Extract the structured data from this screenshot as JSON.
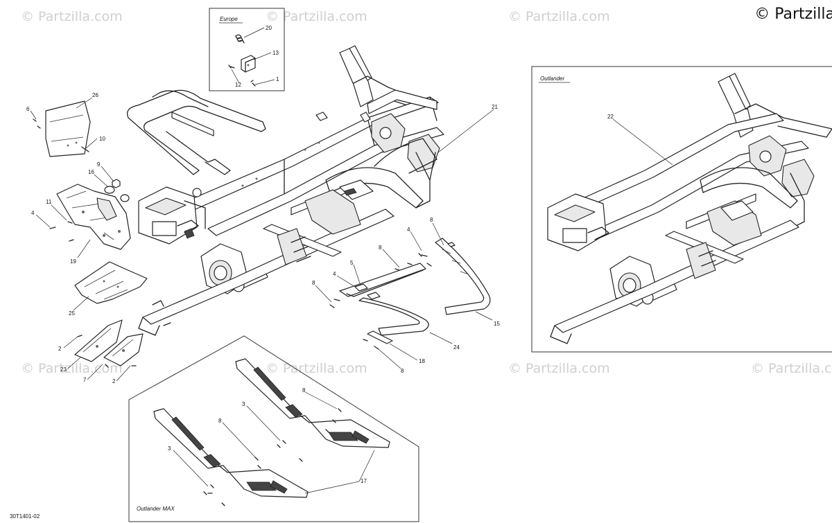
{
  "copyright": "© Partzilla",
  "watermark": "© Partzilla.com",
  "reference_code": "30T1401-02",
  "boxes": {
    "europe": "Europe",
    "outlander": "Outlander",
    "outlander_max": "Outlander MAX"
  },
  "callouts": {
    "c20": "20",
    "c13": "13",
    "c12": "12",
    "c1": "1",
    "c26": "26",
    "c6": "6",
    "c10": "10",
    "c9": "9",
    "c16": "16",
    "c11": "11",
    "c4a": "4",
    "c19": "19",
    "c25": "25",
    "c2a": "2",
    "c23": "23",
    "c7": "7",
    "c2b": "2",
    "c21": "21",
    "c4b": "4",
    "c8a": "8",
    "c8b": "8",
    "c5": "5",
    "c4c": "4",
    "c8c": "8",
    "c15": "15",
    "c24": "24",
    "c18": "18",
    "c8d": "8",
    "c22": "22",
    "c8e": "8",
    "c3a": "3",
    "c8f": "8",
    "c3b": "3",
    "c17": "17"
  }
}
